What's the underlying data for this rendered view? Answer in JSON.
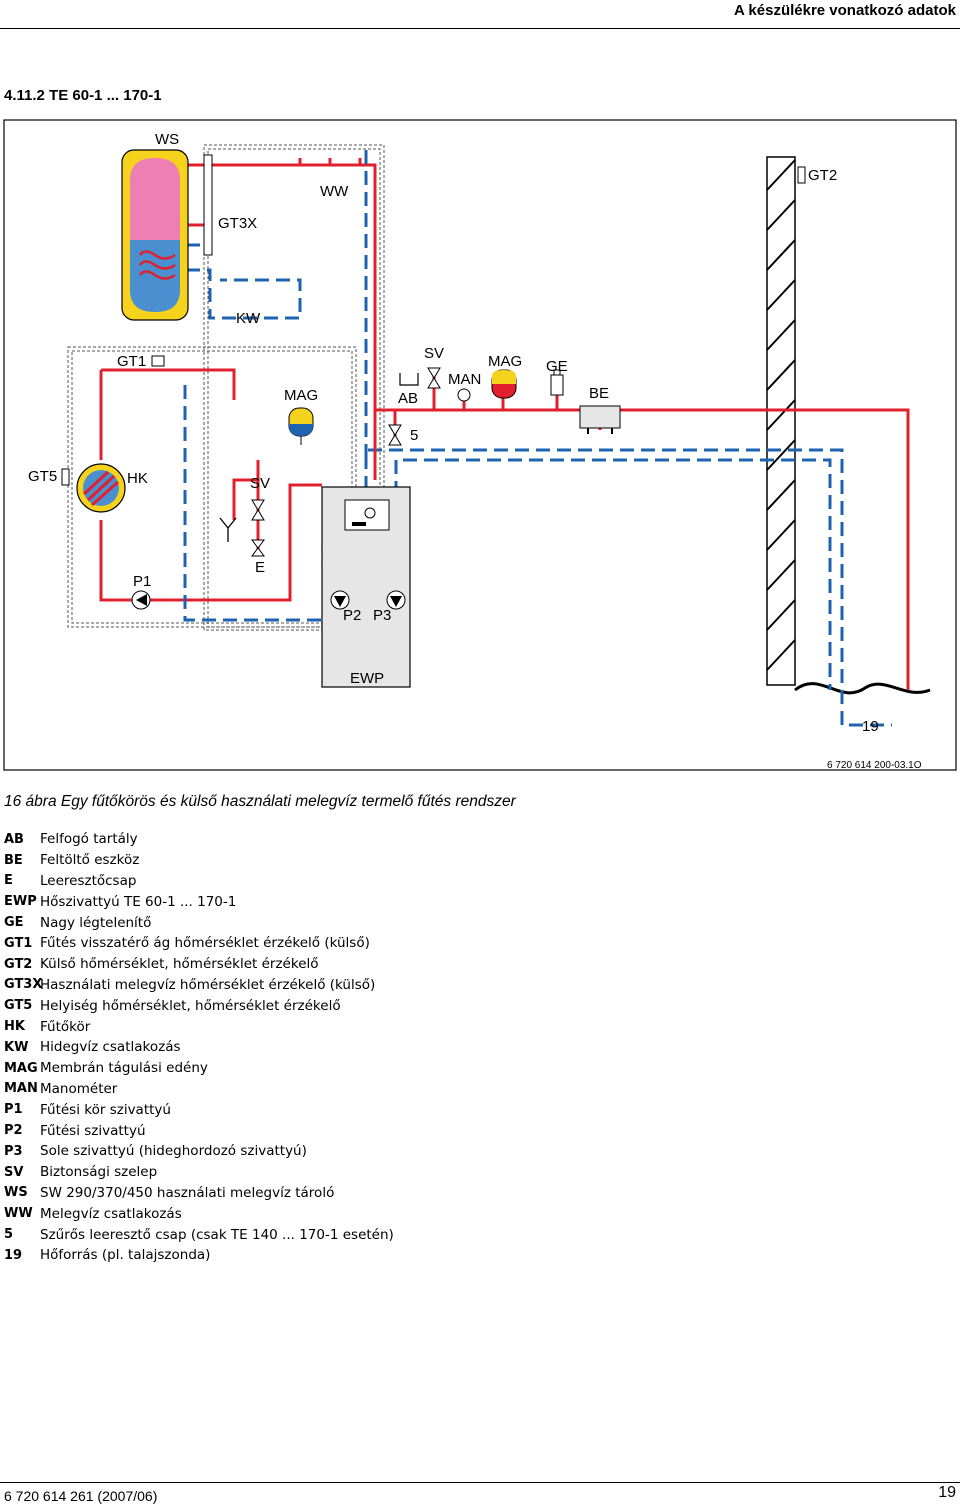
{
  "header": {
    "title": "A készülékre vonatkozó adatok"
  },
  "section": {
    "title": "4.11.2 TE 60-1 ... 170-1"
  },
  "diagram": {
    "labels": {
      "WS": "WS",
      "GT3X": "GT3X",
      "WW": "WW",
      "KW": "KW",
      "GT2": "GT2",
      "GT1": "GT1",
      "MAG_left": "MAG",
      "AB": "AB",
      "SV_top": "SV",
      "MAN": "MAN",
      "MAG_right": "MAG",
      "GE": "GE",
      "BE": "BE",
      "five": "5",
      "GT5": "GT5",
      "HK": "HK",
      "SV_left": "SV",
      "E": "E",
      "P1": "P1",
      "P2": "P2",
      "P3": "P3",
      "EWP": "EWP",
      "nineteen": "19"
    },
    "image_code": "6 720 614 200-03.1O",
    "colors": {
      "hot_pipe": "#e0202c",
      "cold_pipe": "#1e63b0",
      "tank_yellow": "#f5d21c",
      "tank_pink": "#ee7fb3",
      "tank_blue": "#4a8fd0",
      "unit_gray": "#e6e6e6"
    }
  },
  "caption": "16 ábra Egy fűtőkörös és külső használati melegvíz termelő fűtés rendszer",
  "legend": [
    {
      "key": "AB",
      "text": "Felfogó tartály"
    },
    {
      "key": "BE",
      "text": "Feltöltő eszköz"
    },
    {
      "key": "E",
      "text": "Leeresztőcsap"
    },
    {
      "key": "EWP",
      "text": "Hőszivattyú TE 60-1 ... 170-1"
    },
    {
      "key": "GE",
      "text": "Nagy légtelenítő"
    },
    {
      "key": "GT1",
      "text": "Fűtés visszatérő ág hőmérséklet érzékelő (külső)"
    },
    {
      "key": "GT2",
      "text": "Külső hőmérséklet, hőmérséklet érzékelő"
    },
    {
      "key": "GT3X",
      "text": "Használati melegvíz hőmérséklet érzékelő (külső)"
    },
    {
      "key": "GT5",
      "text": "Helyiség hőmérséklet, hőmérséklet érzékelő"
    },
    {
      "key": "HK",
      "text": "Fűtőkör"
    },
    {
      "key": "KW",
      "text": "Hidegvíz csatlakozás"
    },
    {
      "key": "MAG",
      "text": "Membrán tágulási edény"
    },
    {
      "key": "MAN",
      "text": "Manométer"
    },
    {
      "key": "P1",
      "text": "Fűtési kör szivattyú"
    },
    {
      "key": "P2",
      "text": "Fűtési szivattyú"
    },
    {
      "key": "P3",
      "text": "Sole szivattyú (hideghordozó szivattyú)"
    },
    {
      "key": "SV",
      "text": "Biztonsági szelep"
    },
    {
      "key": "WS",
      "text": "SW 290/370/450 használati melegvíz tároló"
    },
    {
      "key": "WW",
      "text": "Melegvíz csatlakozás"
    },
    {
      "key": "5",
      "text": "Szűrős leeresztő csap (csak TE 140 ... 170-1 esetén)"
    },
    {
      "key": "19",
      "text": "Hőforrás (pl. talajszonda)"
    }
  ],
  "footer": {
    "doc_code": "6 720 614 261 (2007/06)",
    "page": "19"
  }
}
